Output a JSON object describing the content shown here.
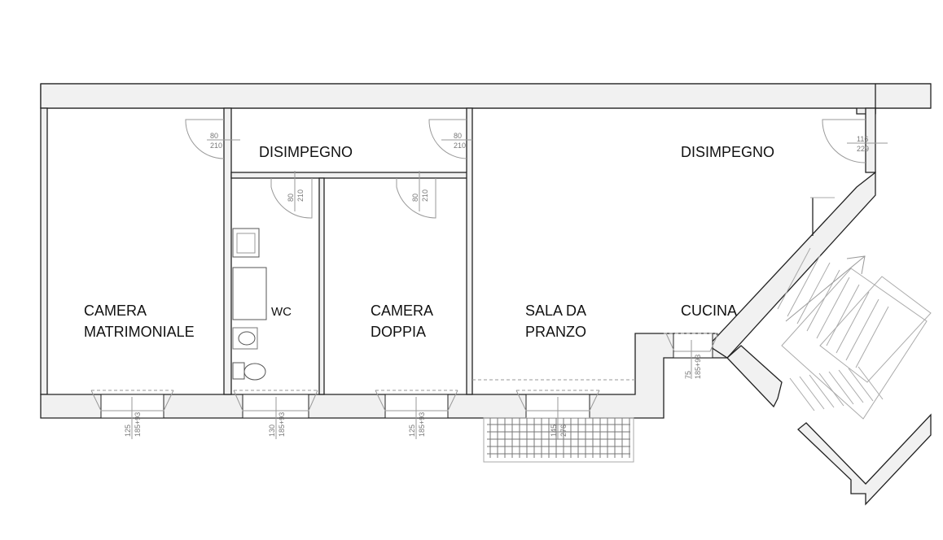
{
  "rooms": {
    "disimpegno_left": "DISIMPEGNO",
    "disimpegno_right": "DISIMPEGNO",
    "camera_matrimoniale": [
      "CAMERA",
      "MATRIMONIALE"
    ],
    "wc": "WC",
    "camera_doppia": [
      "CAMERA",
      "DOPPIA"
    ],
    "sala_da_pranzo": [
      "SALA DA",
      "PRANZO"
    ],
    "cucina": "CUCINA"
  },
  "doors": [
    {
      "width": "80",
      "height": "210"
    },
    {
      "width": "80",
      "height": "210"
    },
    {
      "width": "116",
      "height": "229"
    },
    {
      "width": "80",
      "height": "210"
    },
    {
      "width": "80",
      "height": "210"
    }
  ],
  "windows": [
    {
      "width": "125",
      "height": "185+93"
    },
    {
      "width": "130",
      "height": "185+93"
    },
    {
      "width": "125",
      "height": "185+93"
    },
    {
      "width": "145",
      "height": "276"
    },
    {
      "width": "75",
      "height": "185+93"
    }
  ]
}
